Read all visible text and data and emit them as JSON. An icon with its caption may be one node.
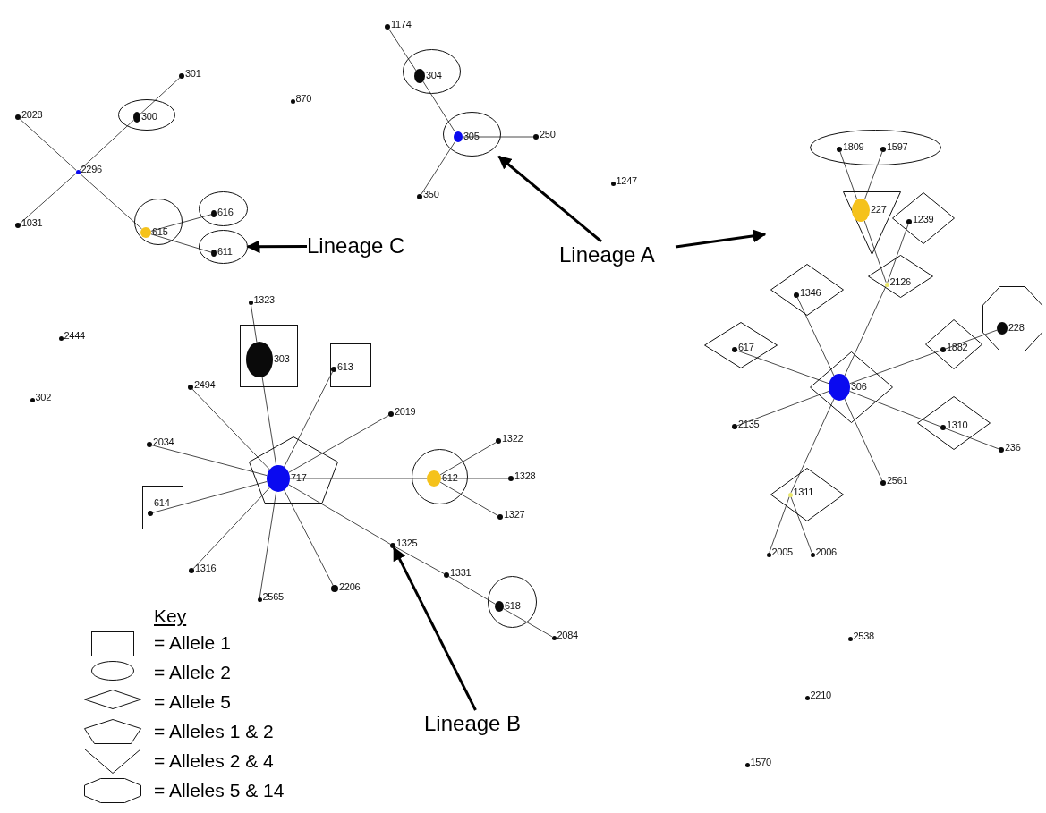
{
  "diagram": {
    "nodes": [
      {
        "text": [
          "1174"
        ]
      },
      {
        "text": [],
        "shape": "ellipse"
      },
      {
        "text": [
          "304"
        ],
        "in": 1
      },
      {
        "text": [
          "301"
        ]
      },
      {
        "text": [],
        "shape": "ellipse"
      },
      {
        "text": [
          "300"
        ],
        "in": 4
      },
      {
        "text": [
          "870"
        ]
      },
      {
        "text": [
          "2028"
        ]
      },
      {
        "text": [],
        "shape": "ellipse"
      },
      {
        "text": [
          "305"
        ],
        "in": 8
      },
      {
        "text": [
          "250"
        ]
      },
      {
        "text": [],
        "shape": "ellipse"
      },
      {
        "text": [
          "1809"
        ],
        "in": 11
      },
      {
        "text": [
          "1597"
        ],
        "in": 11
      },
      {
        "text": [
          "2296"
        ]
      },
      {
        "text": [
          "1247"
        ]
      },
      {
        "text": [],
        "shape": "triangle"
      },
      {
        "text": [
          "227"
        ],
        "in": 16
      },
      {
        "text": [],
        "shape": "diamond"
      },
      {
        "text": [
          "1239"
        ],
        "in": 18
      },
      {
        "text": [
          "1031"
        ]
      },
      {
        "text": [
          "350"
        ]
      },
      {
        "text": [],
        "shape": "ellipse"
      },
      {
        "text": [
          "616"
        ],
        "in": 22
      },
      {
        "text": [],
        "shape": "circle"
      },
      {
        "text": [
          "615"
        ],
        "in": 24
      },
      {
        "text": [],
        "shape": "ellipse"
      },
      {
        "text": [
          "611"
        ],
        "in": 26
      },
      {
        "text": [
          "Lineage C"
        ]
      },
      {
        "text": [
          "Lineage A"
        ]
      },
      {
        "text": [],
        "shape": "diamond"
      },
      {
        "text": [
          "2126"
        ],
        "in": 30
      },
      {
        "text": [],
        "shape": "diamond"
      },
      {
        "text": [
          "1346"
        ],
        "in": 32
      },
      {
        "text": [],
        "shape": "octagon"
      },
      {
        "text": [
          "228"
        ],
        "in": 34
      },
      {
        "text": [
          "1323"
        ]
      },
      {
        "text": [
          "2444"
        ]
      },
      {
        "text": [],
        "shape": "box"
      },
      {
        "text": [
          "303"
        ],
        "in": 38
      },
      {
        "text": [],
        "shape": "box"
      },
      {
        "text": [
          "613"
        ],
        "in": 40
      },
      {
        "text": [],
        "shape": "diamond"
      },
      {
        "text": [
          "617"
        ],
        "in": 42
      },
      {
        "text": [],
        "shape": "diamond"
      },
      {
        "text": [
          "1882"
        ],
        "in": 44
      },
      {
        "text": [
          "2494"
        ]
      },
      {
        "text": [],
        "shape": "diamond"
      },
      {
        "text": [
          "306"
        ],
        "in": 47
      },
      {
        "text": [
          "302"
        ]
      },
      {
        "text": [
          "2019"
        ]
      },
      {
        "text": [
          "2034"
        ]
      },
      {
        "text": [
          "1322"
        ]
      },
      {
        "text": [],
        "shape": "diamond"
      },
      {
        "text": [
          "1310"
        ],
        "in": 53
      },
      {
        "text": [
          "2135"
        ]
      },
      {
        "text": [],
        "shape": "pentagon"
      },
      {
        "text": [
          "717"
        ],
        "in": 56
      },
      {
        "text": [],
        "shape": "circle"
      },
      {
        "text": [
          "612"
        ],
        "in": 58
      },
      {
        "text": [
          "1328"
        ]
      },
      {
        "text": [
          "236"
        ]
      },
      {
        "text": [],
        "shape": "box"
      },
      {
        "text": [
          "614"
        ],
        "in": 62
      },
      {
        "text": [
          "1327"
        ]
      },
      {
        "text": [
          "2561"
        ]
      },
      {
        "text": [],
        "shape": "diamond"
      },
      {
        "text": [
          "1311"
        ],
        "in": 66
      },
      {
        "text": [
          "1325"
        ]
      },
      {
        "text": [
          "2005"
        ]
      },
      {
        "text": [
          "2006"
        ]
      },
      {
        "text": [
          "1316"
        ]
      },
      {
        "text": [
          "1331"
        ]
      },
      {
        "text": [
          "2206"
        ]
      },
      {
        "text": [
          "2565"
        ]
      },
      {
        "text": [],
        "shape": "circle"
      },
      {
        "text": [
          "618"
        ],
        "in": 75
      },
      {
        "text": [
          "2084"
        ]
      },
      {
        "text": [
          "2538"
        ]
      },
      {
        "text": [
          "2210"
        ]
      },
      {
        "text": [
          "Lineage B"
        ]
      },
      {
        "text": [
          "1570"
        ]
      }
    ],
    "edges": [
      {
        "from": 0,
        "to": 2,
        "arrow": "none"
      },
      {
        "from": 2,
        "to": 9,
        "arrow": "none"
      },
      {
        "from": 9,
        "to": 10,
        "arrow": "none"
      },
      {
        "from": 9,
        "to": 21,
        "arrow": "none"
      },
      {
        "from": 5,
        "to": 3,
        "arrow": "none"
      },
      {
        "from": 14,
        "to": 5,
        "arrow": "none"
      },
      {
        "from": 7,
        "to": 14,
        "arrow": "none"
      },
      {
        "from": 20,
        "to": 14,
        "arrow": "none"
      },
      {
        "from": 14,
        "to": 25,
        "arrow": "none"
      },
      {
        "from": 25,
        "to": 23,
        "arrow": "none"
      },
      {
        "from": 25,
        "to": 27,
        "arrow": "none"
      },
      {
        "from": 12,
        "to": 17,
        "arrow": "none"
      },
      {
        "from": 13,
        "to": 17,
        "arrow": "none"
      },
      {
        "from": 17,
        "to": 31,
        "arrow": "none"
      },
      {
        "from": 31,
        "to": 19,
        "arrow": "none"
      },
      {
        "from": 31,
        "to": 48,
        "arrow": "none"
      },
      {
        "from": 48,
        "to": 33,
        "arrow": "none"
      },
      {
        "from": 48,
        "to": 43,
        "arrow": "none"
      },
      {
        "from": 48,
        "to": 45,
        "arrow": "none"
      },
      {
        "from": 45,
        "to": 35,
        "arrow": "none"
      },
      {
        "from": 48,
        "to": 54,
        "arrow": "none"
      },
      {
        "from": 54,
        "to": 61,
        "arrow": "none"
      },
      {
        "from": 48,
        "to": 55,
        "arrow": "none"
      },
      {
        "from": 48,
        "to": 65,
        "arrow": "none"
      },
      {
        "from": 48,
        "to": 67,
        "arrow": "none"
      },
      {
        "from": 67,
        "to": 69,
        "arrow": "none"
      },
      {
        "from": 67,
        "to": 70,
        "arrow": "none"
      },
      {
        "from": 36,
        "to": 39,
        "arrow": "none"
      },
      {
        "from": 39,
        "to": 57,
        "arrow": "none"
      },
      {
        "from": 57,
        "to": 41,
        "arrow": "none"
      },
      {
        "from": 57,
        "to": 46,
        "arrow": "none"
      },
      {
        "from": 57,
        "to": 50,
        "arrow": "none"
      },
      {
        "from": 57,
        "to": 51,
        "arrow": "none"
      },
      {
        "from": 57,
        "to": 59,
        "arrow": "none"
      },
      {
        "from": 59,
        "to": 52,
        "arrow": "none"
      },
      {
        "from": 59,
        "to": 60,
        "arrow": "none"
      },
      {
        "from": 59,
        "to": 64,
        "arrow": "none"
      },
      {
        "from": 57,
        "to": 63,
        "arrow": "none"
      },
      {
        "from": 57,
        "to": 71,
        "arrow": "none"
      },
      {
        "from": 57,
        "to": 74,
        "arrow": "none"
      },
      {
        "from": 57,
        "to": 73,
        "arrow": "none"
      },
      {
        "from": 57,
        "to": 68,
        "arrow": "none"
      },
      {
        "from": 68,
        "to": 72,
        "arrow": "none"
      },
      {
        "from": 72,
        "to": 76,
        "arrow": "none"
      },
      {
        "from": 76,
        "to": 77,
        "arrow": "none"
      },
      {
        "from": 28,
        "to": 26,
        "arrow": "to",
        "style": "thick"
      },
      {
        "from": 29,
        "to": 8,
        "arrow": "to",
        "style": "thick"
      },
      {
        "from": 29,
        "to": null,
        "arrow": "to",
        "style": "thick"
      },
      {
        "from": 80,
        "to": 68,
        "arrow": "to",
        "style": "thick"
      }
    ],
    "labels": [
      "Key"
    ],
    "legend": [
      {
        "text": "= Allele 1"
      },
      {
        "text": "= Allele 2"
      },
      {
        "text": "= Allele 5"
      },
      {
        "text": "= Alleles 1 & 2"
      },
      {
        "text": "= Alleles 2 & 4"
      },
      {
        "text": "= Alleles 5 & 14"
      }
    ]
  }
}
